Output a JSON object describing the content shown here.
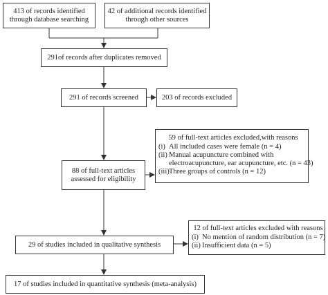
{
  "boxes": {
    "database": {
      "lines": [
        "413 of records identified",
        "through database searching"
      ]
    },
    "other_sources": {
      "lines": [
        "42 of additional records identified",
        "through other sources"
      ]
    },
    "duplicates_removed": {
      "text": "291of records after duplicates removed"
    },
    "screened": {
      "text": "291 of records screened"
    },
    "excluded": {
      "text": "203 of records excluded"
    },
    "fulltext_excluded": {
      "heading": "59 of full-text articles excluded,with reasons",
      "items": [
        {
          "num": "(i)",
          "text": "All included cases were female (n = 4)"
        },
        {
          "num": "(ii)",
          "text": "Manual acupuncture combined with"
        },
        {
          "num": "",
          "text": "electroacupuncture, ear acupuncture, etc. (n = 43)"
        },
        {
          "num": "(iii)",
          "text": "Three groups of controls (n = 12)"
        }
      ]
    },
    "eligibility": {
      "lines": [
        "88 of full-text articles",
        "assessed for eligibility"
      ]
    },
    "qual_excluded": {
      "heading": "12 of full-text articles excluded with reasons",
      "items": [
        {
          "num": "(i)",
          "text": "No mention of random distribution (n = 7)"
        },
        {
          "num": "(ii)",
          "text": "Insufficient data (n = 5)"
        }
      ]
    },
    "qualitative": {
      "text": "29 of studies included in qualitative synthesis"
    },
    "quantitative": {
      "text": "17 of studies included in quantitative synthesis (meta-analysis)"
    }
  }
}
